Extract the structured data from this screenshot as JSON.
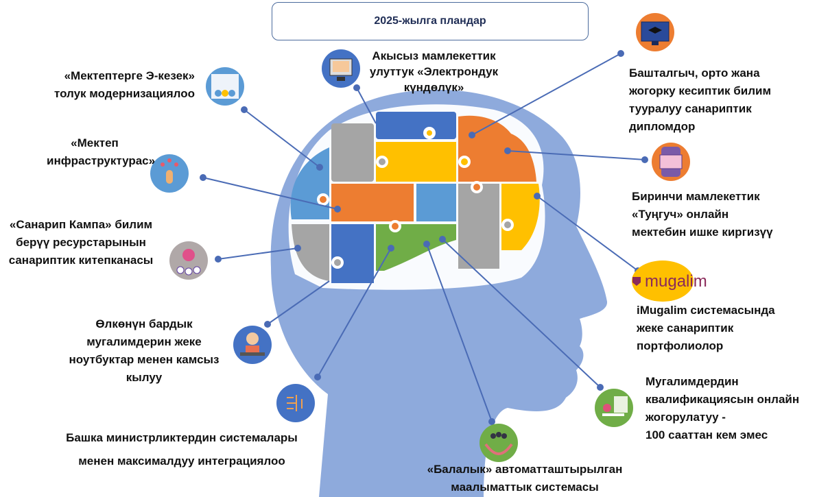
{
  "title": "2025-жылга пландар",
  "colors": {
    "head": "#8eaadc",
    "blue": "#4472c4",
    "lightblue": "#5b9bd5",
    "orange": "#ed7d31",
    "yellow": "#ffc000",
    "gray": "#a5a5a5",
    "green": "#70ad47",
    "line": "#4a6bb5"
  },
  "items": [
    {
      "label": "«Мектептерге Э-кезек»\nтолук модернизациялоо",
      "icon": "video-class-icon"
    },
    {
      "label": "«Мектеп\nинфраструктурас»",
      "icon": "touch-network-icon"
    },
    {
      "label": "«Санарип Кампа» билим\nберүү ресурстарынын\nсанариптик китепканасы",
      "icon": "lightbulb-people-icon"
    },
    {
      "label": "Акысыз мамлекеттик\nулуттук «Электрондук\nкүндөлүк»",
      "icon": "book-monitor-icon"
    },
    {
      "label": "Башталгыч, орто жана\nжогорку кесиптик  билим\nтууралуу санариптик\nдипломдор",
      "icon": "graduation-monitor-icon"
    },
    {
      "label": "Биринчи мамлекеттик\n«Туңгуч» онлайн\nмектебин ишке киргизүү",
      "icon": "ebook-phone-icon"
    },
    {
      "label": "iMugalim системасында\nжеке санариптик\nпортфолиолор",
      "icon": "mugalim-logo",
      "logo_text": "mugalim"
    },
    {
      "label": "Өлкөнүн бардык\nмугалимдерин жеке\nноутбуктар менен камсыз\nкылуу",
      "icon": "teacher-laptop-icon"
    },
    {
      "label": "Башка министрликтердин системалары\nменен максималдуу интеграциялоо",
      "icon": "circuit-head-icon"
    },
    {
      "label": "«Балалык» автоматташтырылган\nмаалыматтык системасы",
      "icon": "children-hands-icon"
    },
    {
      "label": "Мугалимдердин\nквалификациясын онлайн\nжогорулатуу -\n100 сааттан кем эмес",
      "icon": "online-training-icon"
    }
  ]
}
